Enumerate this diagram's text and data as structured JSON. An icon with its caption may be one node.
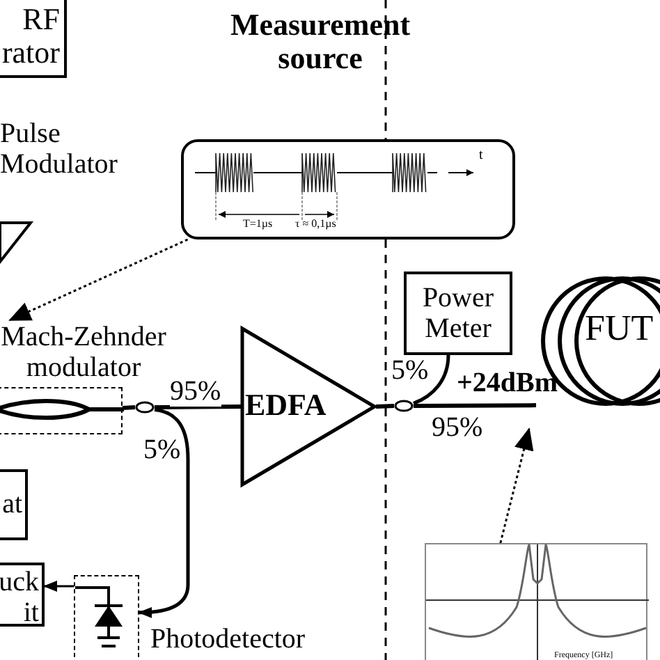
{
  "diagram": {
    "nodes": [
      {
        "text": [
          "RF rator"
        ]
      },
      {
        "text": [
          "Pulse Modulator"
        ]
      },
      {
        "text": [
          "t",
          "T=1µs",
          "τ ≈ 0,1µs"
        ]
      },
      {
        "text": [
          "Mach-Zehnder modulator"
        ]
      },
      {
        "text": [],
        "shape": "ellipse"
      },
      {
        "text": [
          "EDFA"
        ]
      },
      {
        "text": [],
        "shape": "ellipse"
      },
      {
        "text": [
          "Power Meter"
        ]
      },
      {
        "text": [
          "FUT"
        ]
      },
      {
        "text": [
          "at"
        ]
      },
      {
        "text": [
          "uck it"
        ]
      },
      {
        "text": [],
        "shape": "box",
        "beside": [
          "Photodetector"
        ]
      },
      {
        "text": [
          "Frequency [GHz]"
        ]
      }
    ],
    "edges": [
      {
        "from": 3,
        "to": 4,
        "arrow": "none"
      },
      {
        "from": 4,
        "to": 5,
        "arrow": "none",
        "label": "95%"
      },
      {
        "from": 4,
        "to": 11,
        "arrow": "to",
        "label": "5%"
      },
      {
        "from": 5,
        "to": 6,
        "arrow": "none"
      },
      {
        "from": 6,
        "to": 7,
        "arrow": "none",
        "label": "5%"
      },
      {
        "from": 6,
        "to": 8,
        "arrow": "none",
        "label": "95%"
      },
      {
        "from": 11,
        "to": 10,
        "arrow": "to"
      },
      {
        "from": 2,
        "to": 3,
        "arrow": "to",
        "style": "dashed"
      },
      {
        "from": 12,
        "to": null,
        "arrow": "to",
        "style": "dashed"
      }
    ],
    "labels": [
      "Measurement source",
      "+24dBm"
    ]
  }
}
